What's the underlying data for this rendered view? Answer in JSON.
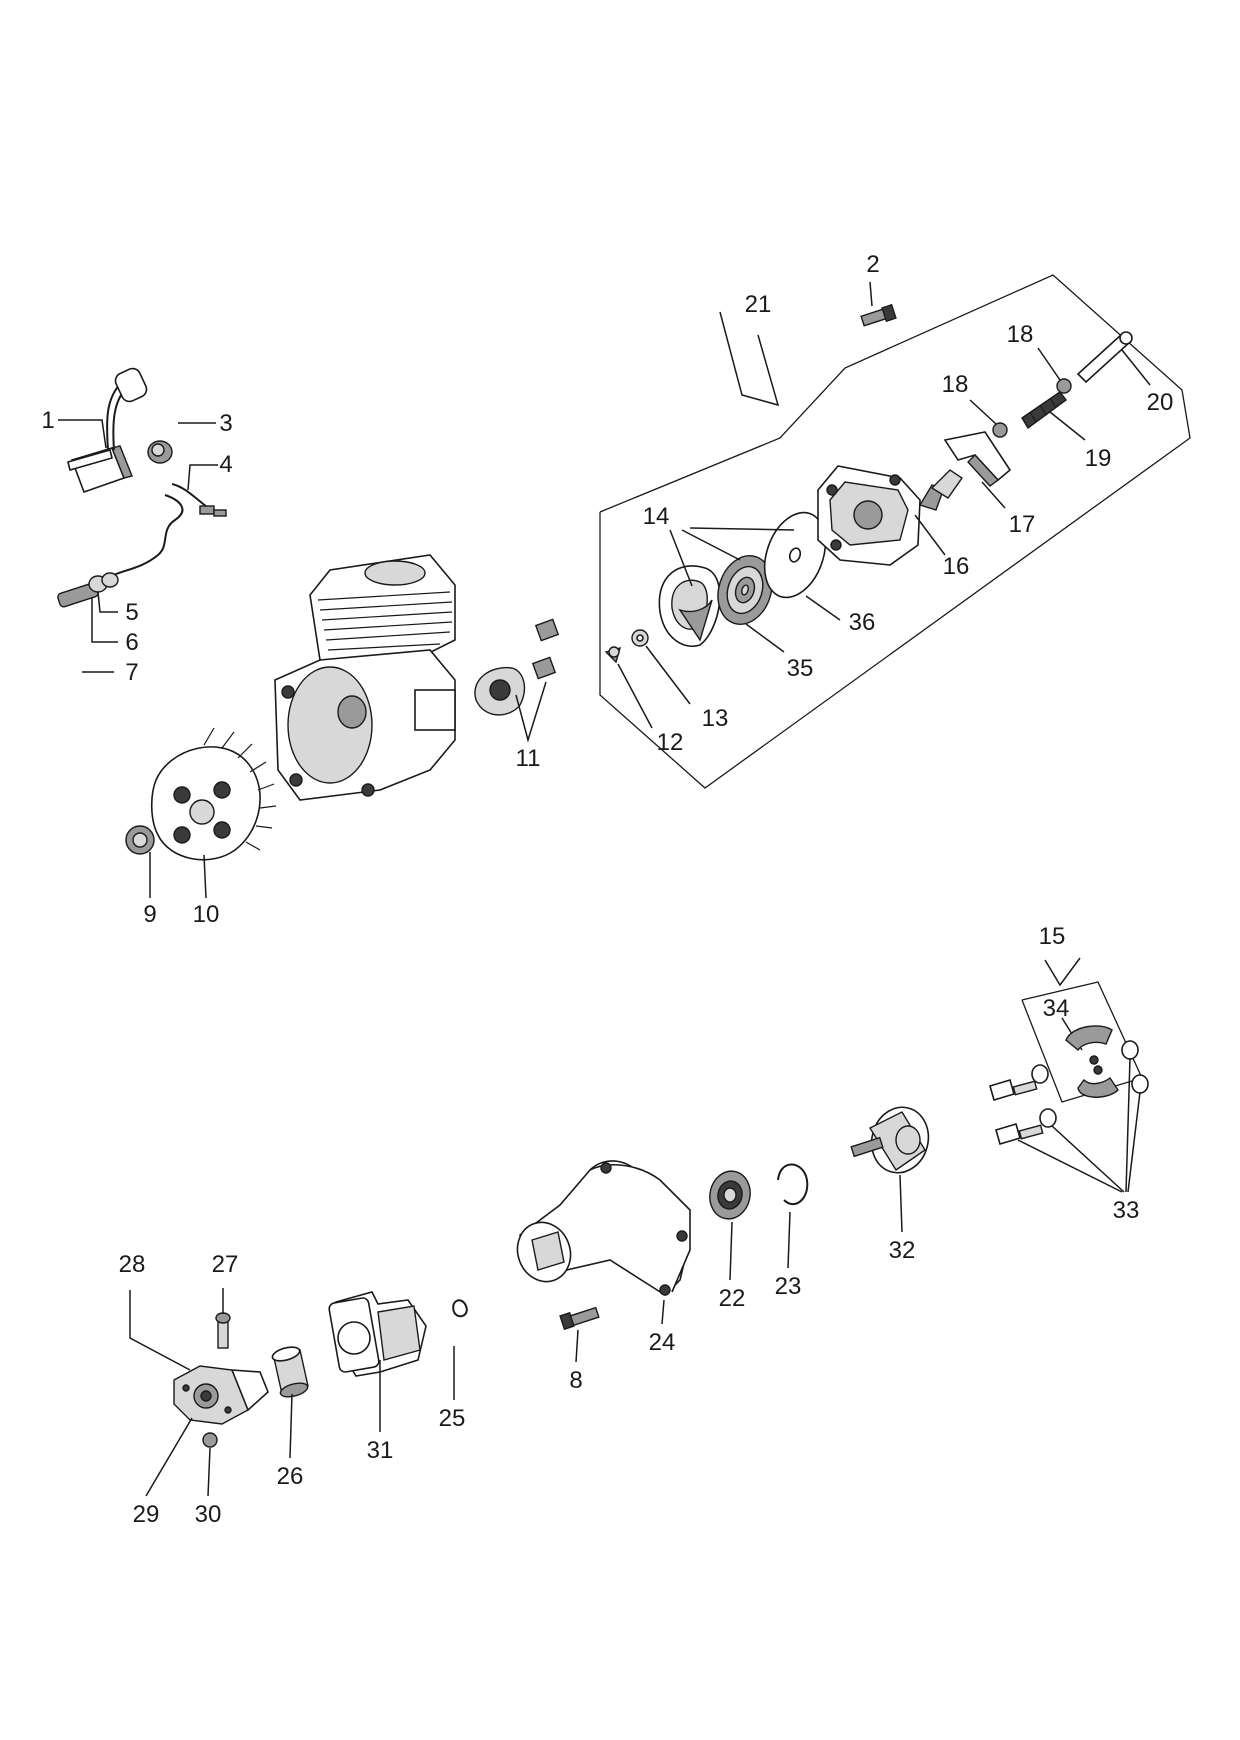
{
  "diagram": {
    "labels": {
      "l1": "1",
      "l2": "2",
      "l3": "3",
      "l4": "4",
      "l5": "5",
      "l6": "6",
      "l7": "7",
      "l8": "8",
      "l9": "9",
      "l10": "10",
      "l11": "11",
      "l12": "12",
      "l13": "13",
      "l14": "14",
      "l15": "15",
      "l16": "16",
      "l17": "17",
      "l18a": "18",
      "l18b": "18",
      "l19": "19",
      "l20": "20",
      "l21": "21",
      "l22": "22",
      "l23": "23",
      "l24": "24",
      "l25": "25",
      "l26": "26",
      "l27": "27",
      "l28": "28",
      "l29": "29",
      "l30": "30",
      "l31": "31",
      "l32": "32",
      "l33": "33",
      "l34": "34",
      "l35": "35",
      "l36": "36"
    }
  }
}
